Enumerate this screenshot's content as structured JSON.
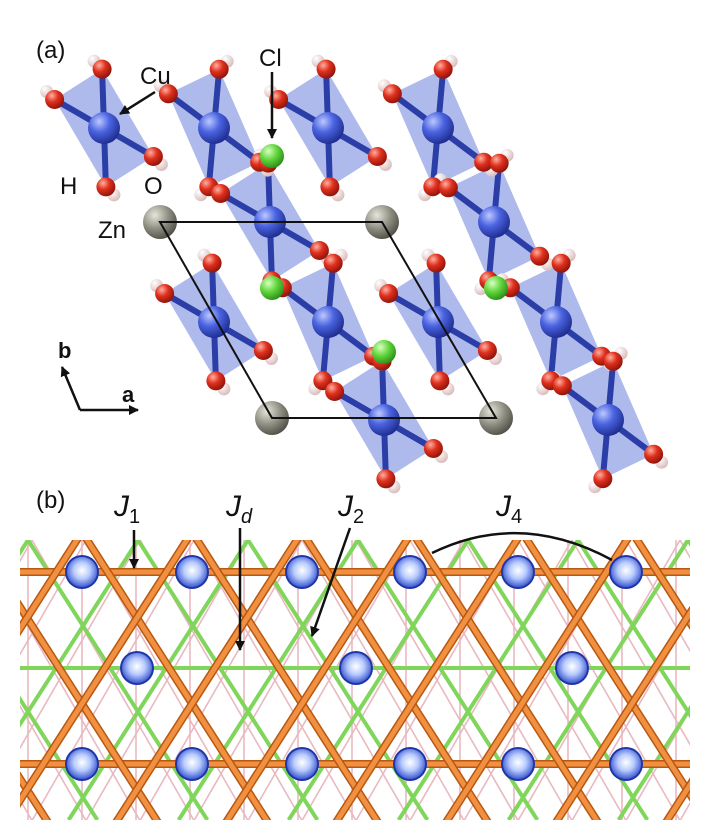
{
  "panel_a": {
    "label": "(a)",
    "atoms": {
      "cu": "Cu",
      "cl": "Cl",
      "h": "H",
      "o": "O",
      "zn": "Zn"
    },
    "axes": {
      "b": "b",
      "a": "a"
    }
  },
  "panel_b": {
    "label": "(b)",
    "couplings": [
      {
        "base": "J",
        "sub": "1"
      },
      {
        "base": "J",
        "sub": "d"
      },
      {
        "base": "J",
        "sub": "2"
      },
      {
        "base": "J",
        "sub": "4"
      }
    ]
  },
  "colors": {
    "cu": "#3b55d6",
    "cu_polyhedra": "#8f9fe3",
    "oxygen": "#d62a1c",
    "hydrogen": "#f0d8d8",
    "chlorine": "#5fd43a",
    "zinc": "#8c8c80",
    "j1_bond": "#e8822e",
    "jd_bond": "#7fd65a",
    "j2_bond": "#e9b9c0",
    "node": "#7a9ef0"
  }
}
